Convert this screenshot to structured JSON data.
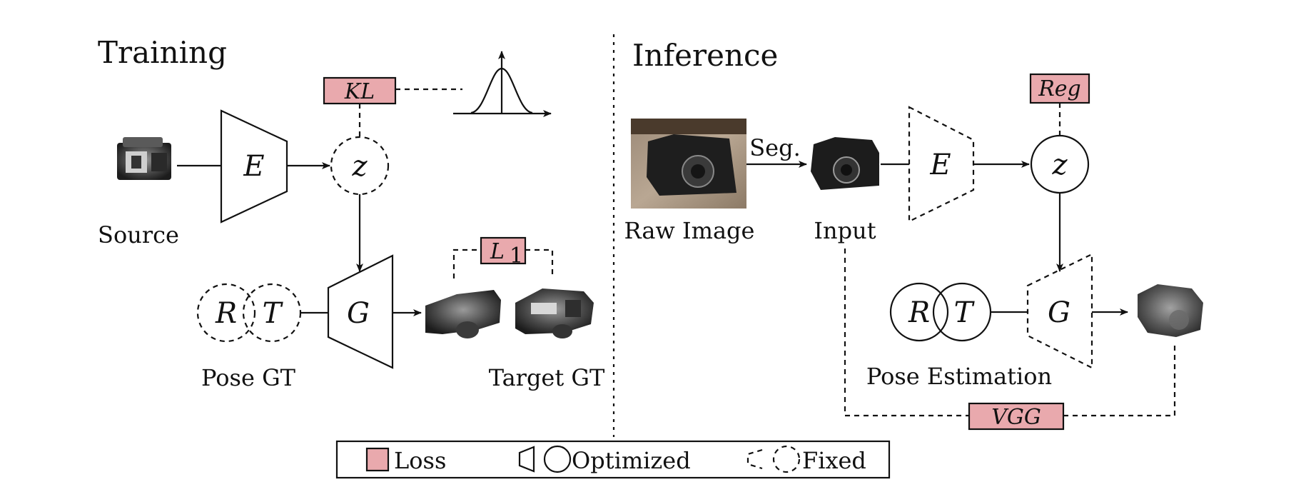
{
  "sections": {
    "training": "Training",
    "inference": "Inference"
  },
  "training": {
    "source_label": "Source",
    "encoder": "E",
    "latent": "z",
    "generator": "G",
    "kl_loss": "KL",
    "l1_loss": "L",
    "l1_sub": "1",
    "pose_r": "R",
    "pose_t": "T",
    "pose_label": "Pose GT",
    "target_label": "Target GT"
  },
  "inference": {
    "raw_label": "Raw Image",
    "seg_label": "Seg.",
    "input_label": "Input",
    "encoder": "E",
    "latent": "z",
    "generator": "G",
    "reg_loss": "Reg",
    "pose_r": "R",
    "pose_t": "T",
    "pose_label": "Pose Estimation",
    "vgg_loss": "VGG"
  },
  "legend": {
    "loss": "Loss",
    "optimized": "Optimized",
    "fixed": "Fixed"
  },
  "colors": {
    "loss_fill": "#e9a9ad",
    "stroke": "#111111"
  }
}
